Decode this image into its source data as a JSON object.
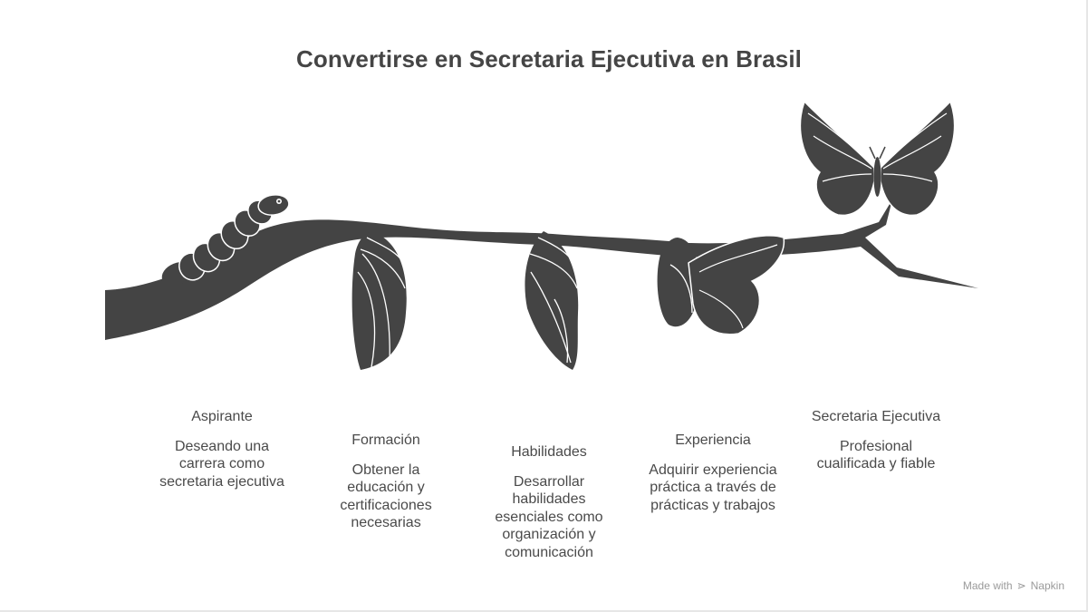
{
  "title": "Convertirse en Secretaria Ejecutiva en Brasil",
  "stages": [
    {
      "title": "Aspirante",
      "description": "Deseando una\ncarrera como\nsecretaria ejecutiva"
    },
    {
      "title": "Formación",
      "description": "Obtener la\neducación y\ncertificaciones\nnecesarias"
    },
    {
      "title": "Habilidades",
      "description": "Desarrollar\nhabilidades\nesenciales como\norganización y\ncomunicación"
    },
    {
      "title": "Experiencia",
      "description": "Adquirir experiencia\npráctica a través de\nprácticas y trabajos"
    },
    {
      "title": "Secretaria Ejecutiva",
      "description": "Profesional\ncualificada y fiable"
    }
  ],
  "footer": {
    "prefix": "Made with",
    "brand": "Napkin"
  },
  "colors": {
    "shape": "#444444",
    "text": "#4a4a4a",
    "footer": "#9a9a9a"
  }
}
